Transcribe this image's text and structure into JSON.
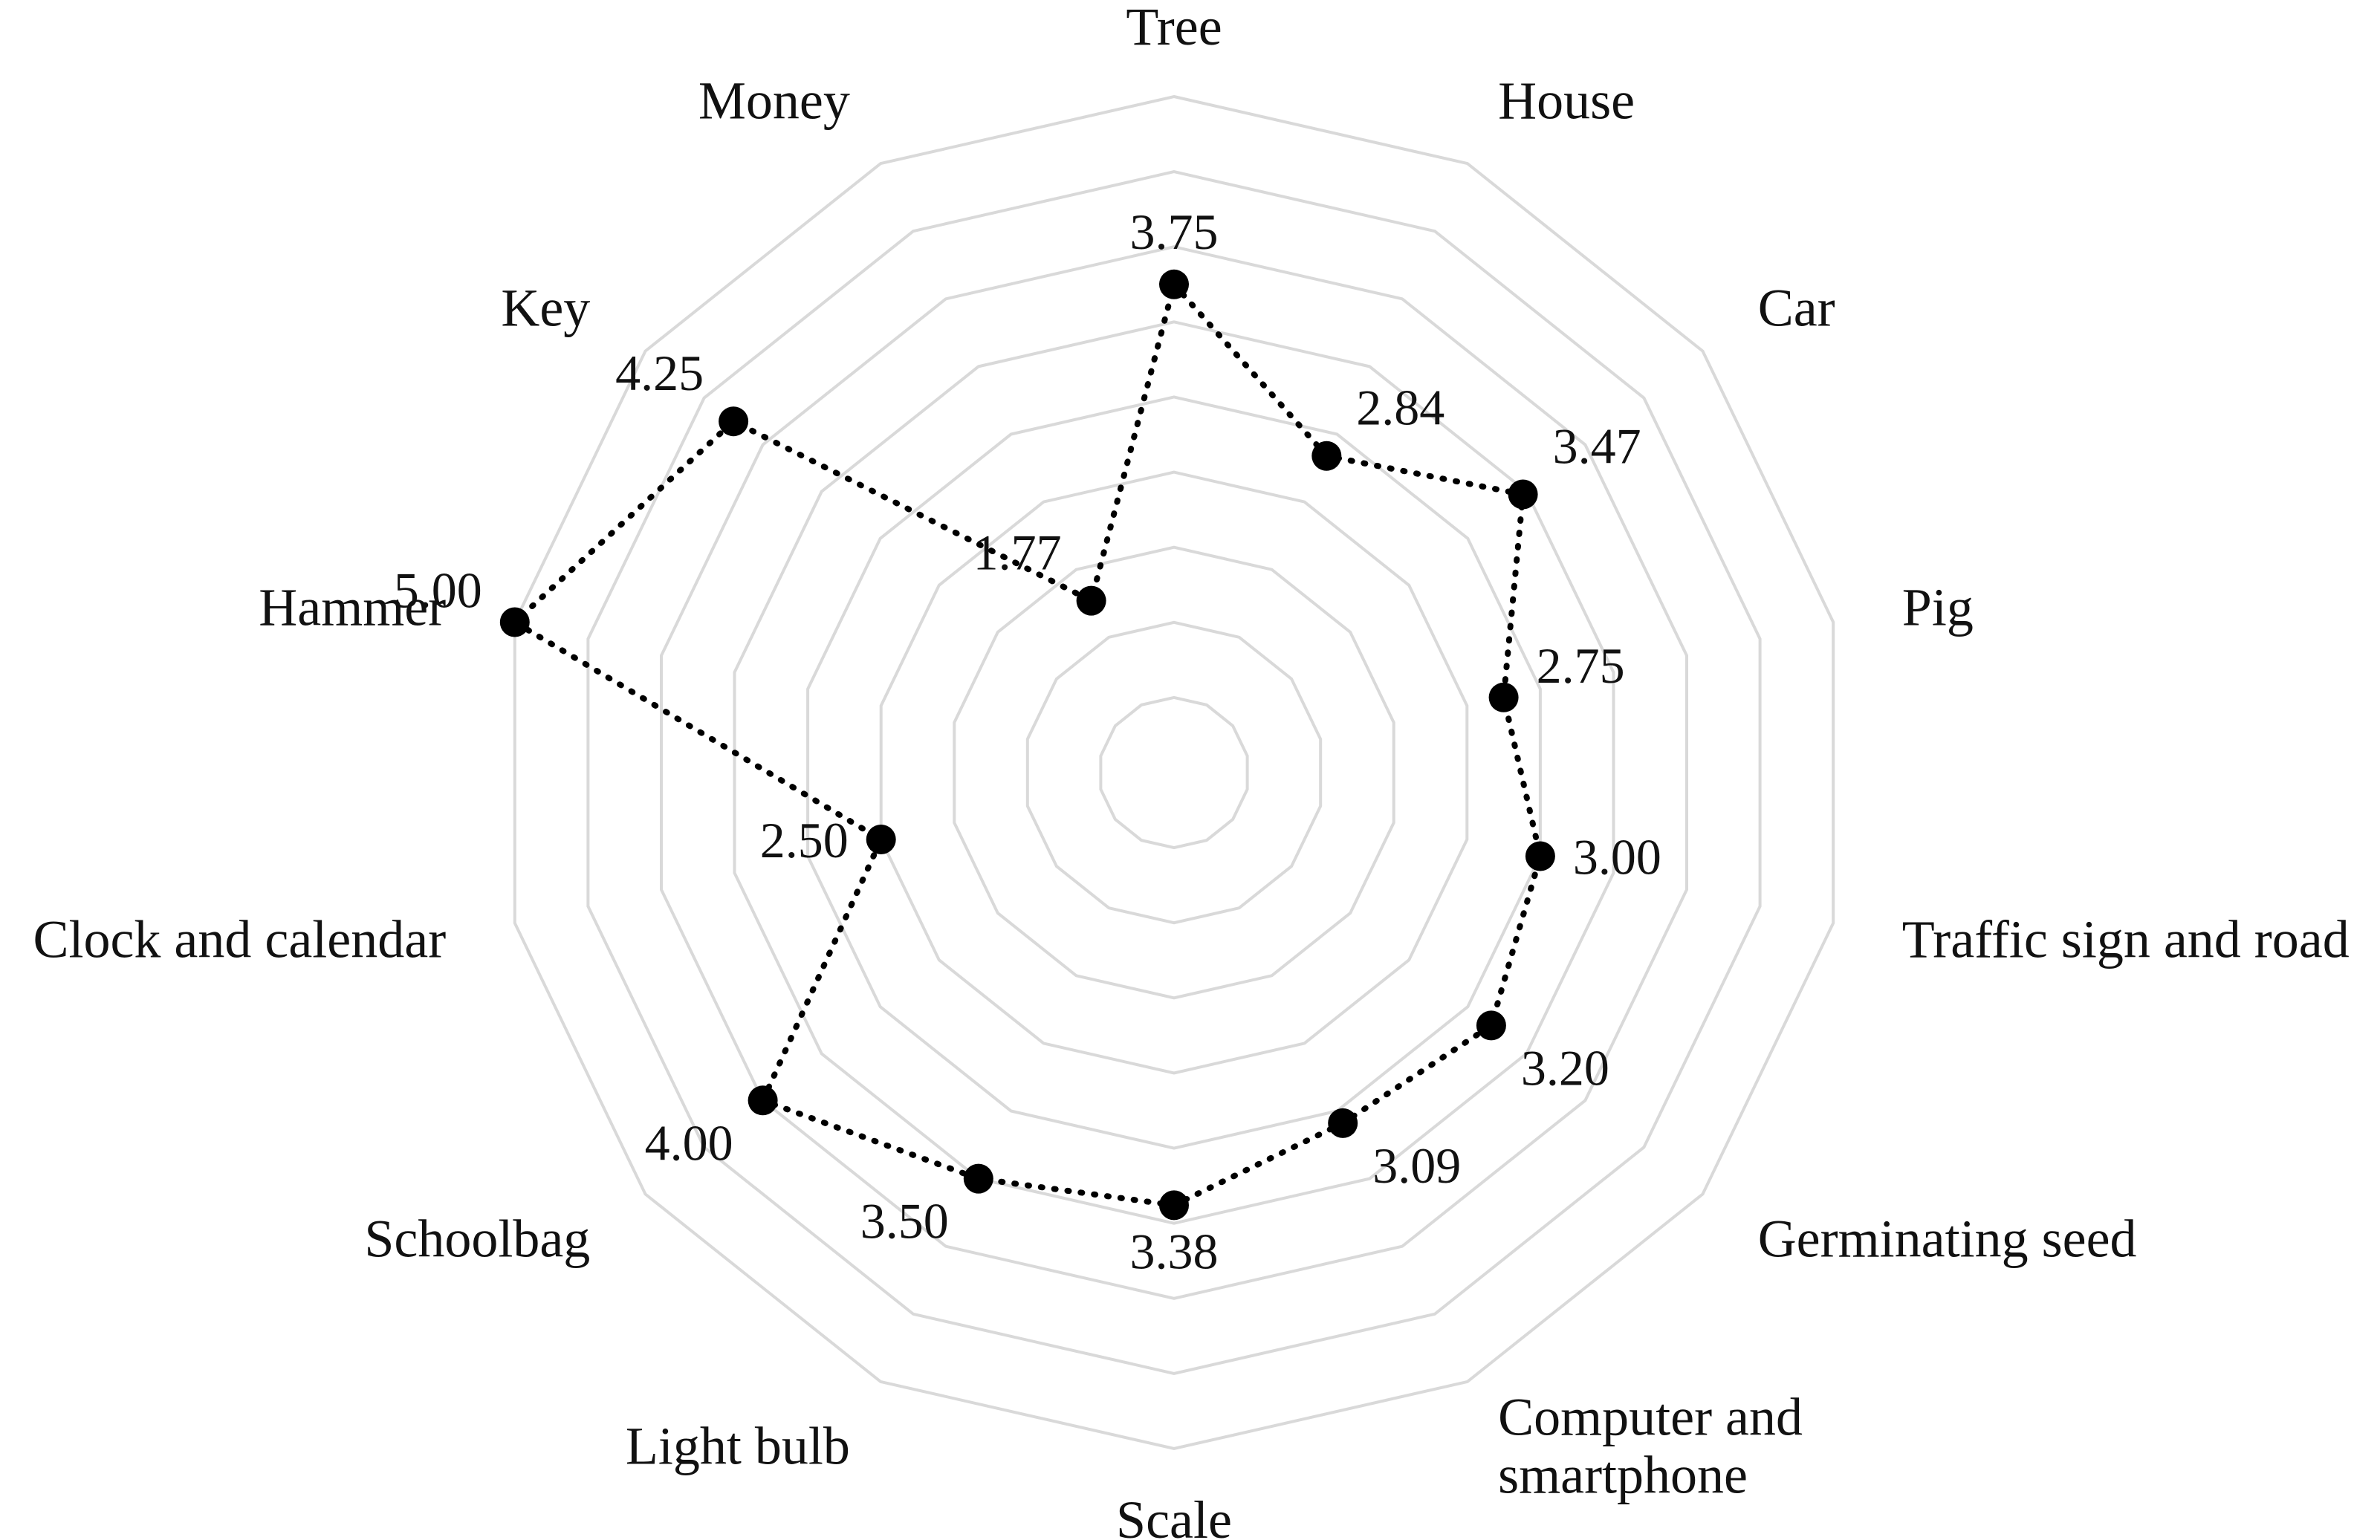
{
  "chart_data": {
    "type": "radar",
    "title": "",
    "categories": [
      "Tree",
      "House",
      "Car",
      "Pig",
      "Traffic sign and road",
      "Germinating seed",
      "Computer and smartphone",
      "Scale",
      "Light bulb",
      "Schoolbag",
      "Clock and calendar",
      "Hammer",
      "Key",
      "Money"
    ],
    "category_lines": [
      [
        "Tree"
      ],
      [
        "House"
      ],
      [
        "Car"
      ],
      [
        "Pig"
      ],
      [
        "Traffic sign and road"
      ],
      [
        "Germinating seed"
      ],
      [
        "Computer and",
        "smartphone"
      ],
      [
        "Scale"
      ],
      [
        "Light bulb"
      ],
      [
        "Schoolbag"
      ],
      [
        "Clock and calendar"
      ],
      [
        "Hammer"
      ],
      [
        "Key"
      ],
      [
        "Money"
      ]
    ],
    "values": [
      3.75,
      2.84,
      3.47,
      2.75,
      3.0,
      3.2,
      3.09,
      3.38,
      3.5,
      4.0,
      2.5,
      5.0,
      4.25,
      1.77
    ],
    "value_labels": [
      "3.75",
      "2.84",
      "3.47",
      "2.75",
      "3.00",
      "3.20",
      "3.09",
      "3.38",
      "3.50",
      "4.00",
      "2.50",
      "5.00",
      "4.25",
      "1.77"
    ],
    "rlim": [
      1.0,
      5.0
    ],
    "grid_rings": 9,
    "grid": true,
    "legend": "none",
    "line_style": "dotted",
    "colors": {
      "line": "#000000",
      "grid": "#d9d9d9",
      "text": "#111111"
    }
  }
}
